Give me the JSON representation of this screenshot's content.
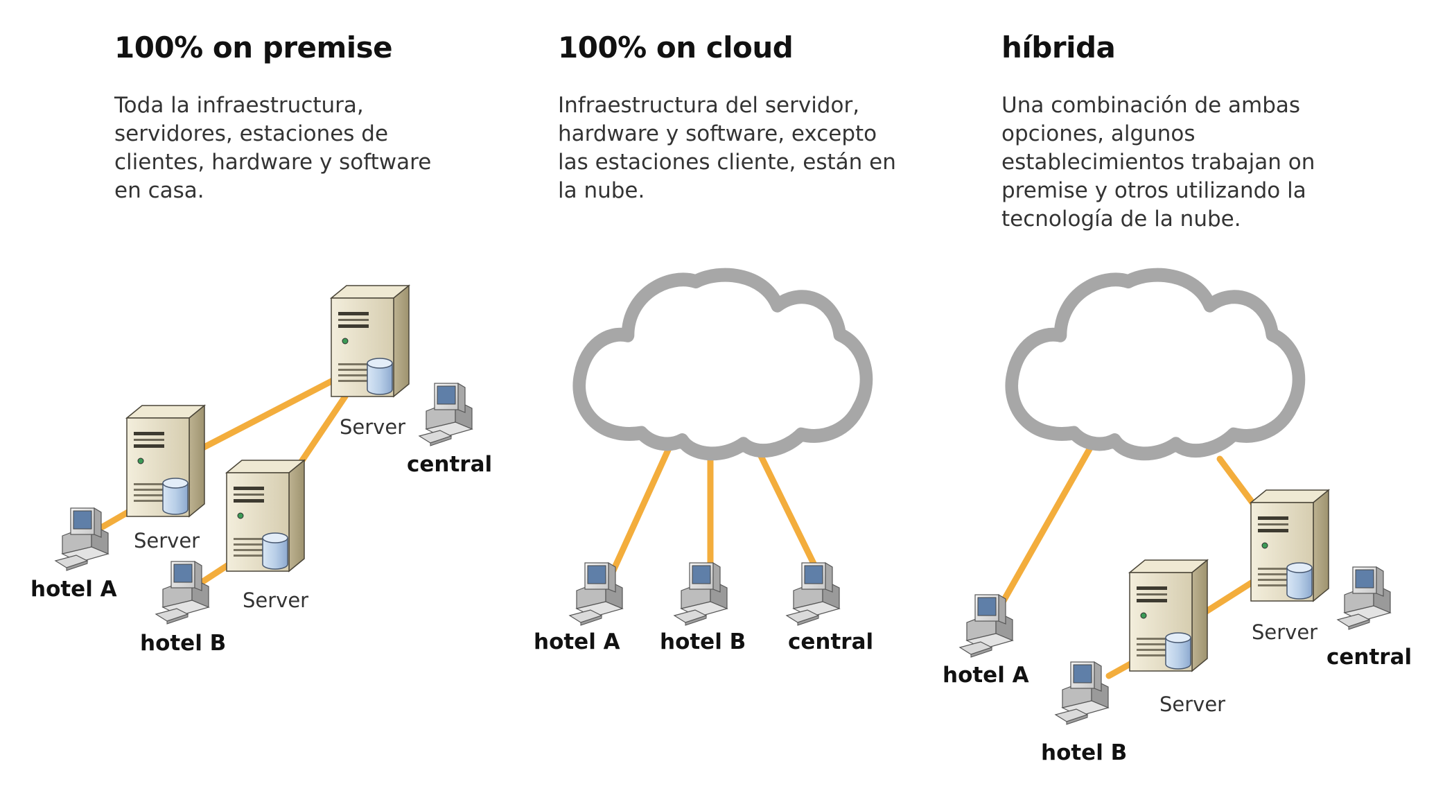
{
  "columns": [
    {
      "title": "100% on premise",
      "description": [
        "Toda la infraestructura,",
        "servidores, estaciones de",
        "clientes, hardware y software",
        "en casa."
      ]
    },
    {
      "title": "100% on cloud",
      "description": [
        "Infraestructura del servidor,",
        "hardware y software, excepto",
        "las estaciones cliente, están en",
        "la nube."
      ]
    },
    {
      "title": "híbrida",
      "description": [
        "Una combinación de ambas",
        "opciones, algunos",
        "establecimientos trabajan on",
        "premise y otros utilizando la",
        "tecnología de la nube."
      ]
    }
  ],
  "labels": {
    "server": "Server",
    "hotel_a": "hotel A",
    "hotel_b": "hotel B",
    "central": "central"
  },
  "colors": {
    "link": "#f3ad3c",
    "cloud_stroke": "#a7a7a7",
    "cloud_fill": "#ffffff",
    "server_body": "#e8e1c9",
    "database": "#b9cfe8"
  },
  "icons": [
    "server-icon",
    "database-icon",
    "workstation-icon",
    "cloud-icon"
  ]
}
